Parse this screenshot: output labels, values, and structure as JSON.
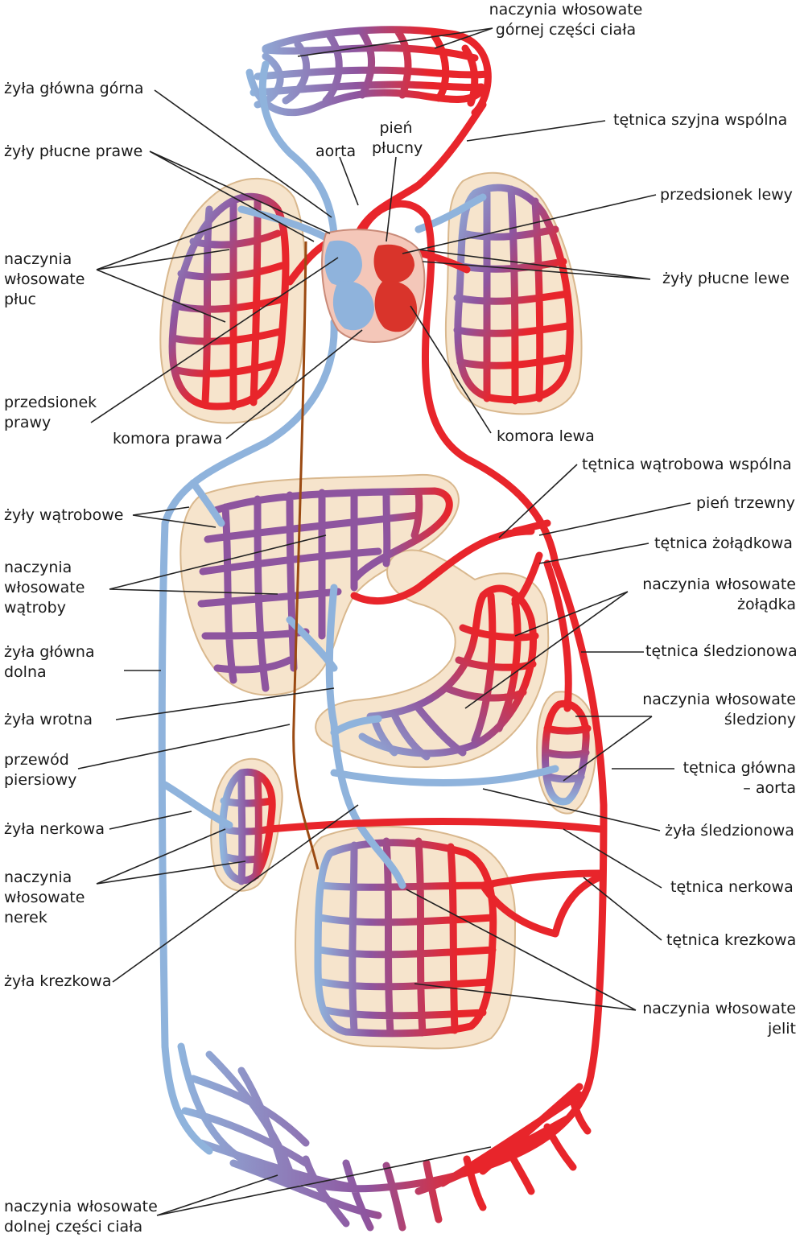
{
  "labels": {
    "upper_caps": "naczynia włosowate\ngórnej części ciała",
    "svc": "żyła główna górna",
    "carotid": "tętnica szyjna wspólna",
    "right_pulm_veins": "żyły płucne prawe",
    "aorta": "aorta",
    "pulm_trunk": "pień\npłucny",
    "left_atrium": "przedsionek lewy",
    "lung_caps": "naczynia\nwłosowate\npłuc",
    "left_pulm_veins": "żyły płucne lewe",
    "right_atrium": "przedsionek\nprawy",
    "right_ventricle": "komora prawa",
    "left_ventricle": "komora lewa",
    "common_hepatic": "tętnica wątrobowa wspólna",
    "celiac": "pień trzewny",
    "hepatic_veins": "żyły wątrobowe",
    "gastric_artery": "tętnica żołądkowa",
    "liver_caps": "naczynia\nwłosowate\nwątroby",
    "stomach_caps": "naczynia włosowate\nżołądka",
    "ivc": "żyła główna\ndolna",
    "splenic_artery": "tętnica śledzionowa",
    "portal_vein": "żyła wrotna",
    "spleen_caps": "naczynia włosowate\nśledziony",
    "thoracic_duct": "przewód\npiersiowy",
    "aorta_main": "tętnica główna\n– aorta",
    "renal_vein": "żyła nerkowa",
    "splenic_vein": "żyła śledzionowa",
    "kidney_caps": "naczynia\nwłosowate\nnerek",
    "renal_artery": "tętnica nerkowa",
    "mesenteric_artery": "tętnica krezkowa",
    "mesenteric_vein": "żyła krezkowa",
    "intestine_caps": "naczynia włosowate\njelit",
    "lower_caps": "naczynia włosowate\ndolnej części ciała"
  },
  "colors": {
    "vein_blue": "#8fb3dc",
    "artery_red": "#e8252b",
    "capillary_purple": "#8e559f",
    "organ_fill": "#f6e4cc",
    "organ_stroke": "#d9b88e",
    "lymph_brown": "#9b4a12",
    "heart_red": "#d9342b",
    "leader_line": "#222222"
  }
}
